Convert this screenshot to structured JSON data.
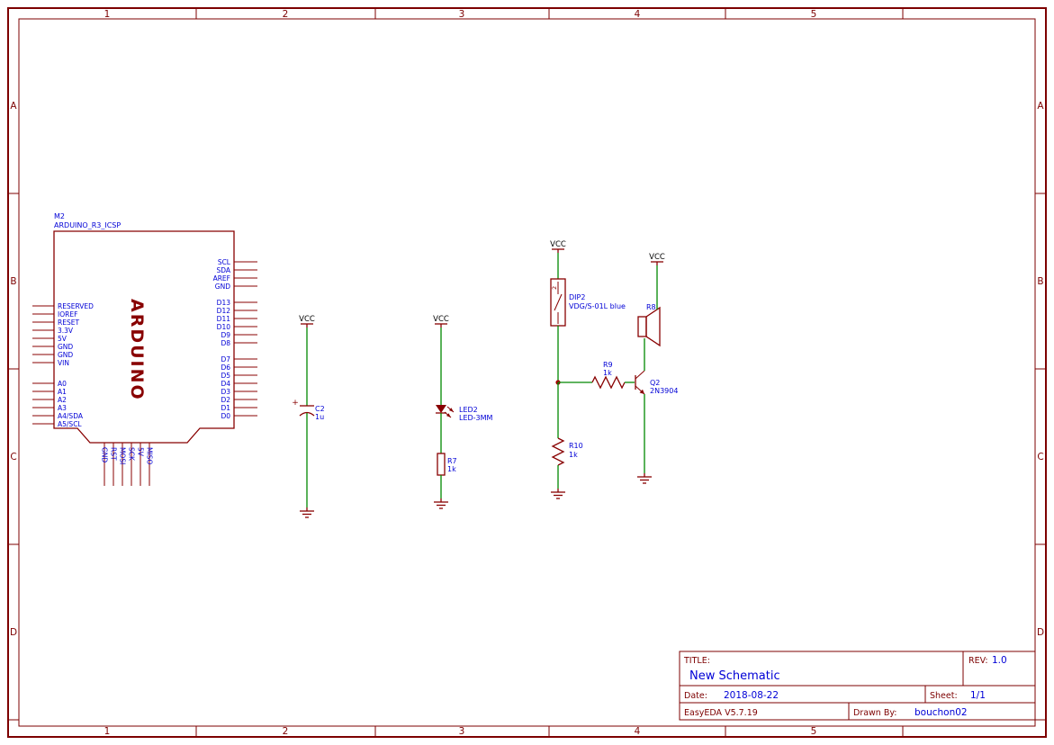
{
  "colors": {
    "sheet": "#ffffff",
    "frame": "#7d0101",
    "symbol": "#880000",
    "wire": "#008800",
    "label": "#0000d6",
    "flag-text": "#000000",
    "junction": "#a50000"
  },
  "frame": {
    "cols": [
      "1",
      "2",
      "3",
      "4",
      "5"
    ],
    "rows": [
      "A",
      "B",
      "C",
      "D"
    ]
  },
  "arduino": {
    "ref": "M2",
    "part": "ARDUINO_R3_ICSP",
    "name": "ARDUINO",
    "left_pins": [
      "RESERVED",
      "IOREF",
      "RESET",
      "3.3V",
      "5V",
      "GND",
      "GND",
      "VIN",
      "A0",
      "A1",
      "A2",
      "A3",
      "A4/SDA",
      "A5/SCL"
    ],
    "right_pins": [
      "SCL",
      "SDA",
      "AREF",
      "GND",
      "D13",
      "D12",
      "D11",
      "D10",
      "D9",
      "D8",
      "D7",
      "D6",
      "D5",
      "D4",
      "D3",
      "D2",
      "D1",
      "D0"
    ],
    "bottom_pins": [
      "GND",
      "RST",
      "MOSI",
      "SCK",
      "5V",
      "MISO"
    ]
  },
  "power": {
    "vcc": "VCC"
  },
  "c2": {
    "ref": "C2",
    "value": "1u",
    "plus": "+"
  },
  "led": {
    "ref": "LED2",
    "value": "LED-3MM"
  },
  "r7": {
    "ref": "R7",
    "value": "1k"
  },
  "dip": {
    "ref": "DIP2",
    "value": "VDG/S-01L blue",
    "pin": "2"
  },
  "r9": {
    "ref": "R9",
    "value": "1k"
  },
  "r10": {
    "ref": "R10",
    "value": "1k"
  },
  "q2": {
    "ref": "Q2",
    "value": "2N3904"
  },
  "r8": {
    "ref": "R8"
  },
  "title_block": {
    "title_label": "TITLE:",
    "title": "New Schematic",
    "rev_label": "REV:",
    "rev": "1.0",
    "date_label": "Date:",
    "date": "2018-08-22",
    "sheet_label": "Sheet:",
    "sheet": "1/1",
    "tool": "EasyEDA V5.7.19",
    "drawn_by_label": "Drawn By:",
    "drawn_by": "bouchon02"
  }
}
